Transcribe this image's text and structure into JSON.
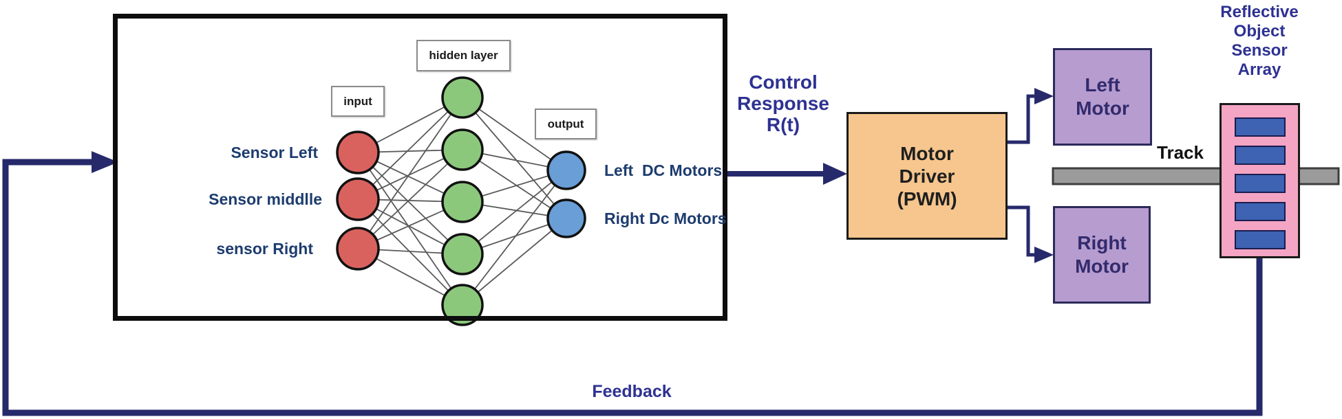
{
  "diagram": {
    "neural_network": {
      "layer_boxes": {
        "input": "input",
        "hidden": "hidden layer",
        "output": "output"
      },
      "input_labels": [
        "Sensor Left",
        "Sensor middlle",
        "sensor Right"
      ],
      "output_labels": [
        "Left  DC Motors",
        "Right Dc Motors"
      ],
      "input_node_count": 3,
      "hidden_node_count": 5,
      "output_node_count": 2,
      "node_colors": {
        "input": "#d9625f",
        "hidden": "#8cc87c",
        "output": "#699ed6"
      }
    },
    "control_response_label": "Control\nResponse\nR(t)",
    "motor_driver": {
      "label": "Motor\nDriver\n(PWM)",
      "fill": "#f6c68e"
    },
    "left_motor": {
      "label": "Left\nMotor",
      "fill": "#b79ccf"
    },
    "right_motor": {
      "label": "Right\nMotor",
      "fill": "#b79ccf"
    },
    "track_label": "Track",
    "sensor_array": {
      "title": "Reflective\nObject\nSensor\nArray",
      "cell_count": 5,
      "fill": "#f3a5c3",
      "cell_fill": "#3d63b2"
    },
    "feedback_label": "Feedback",
    "colors": {
      "heading_blue": "#2e3192",
      "nn_label_blue": "#1d3c6e",
      "line_navy": "#262a6b",
      "track_gray": "#9b9b9b"
    }
  }
}
